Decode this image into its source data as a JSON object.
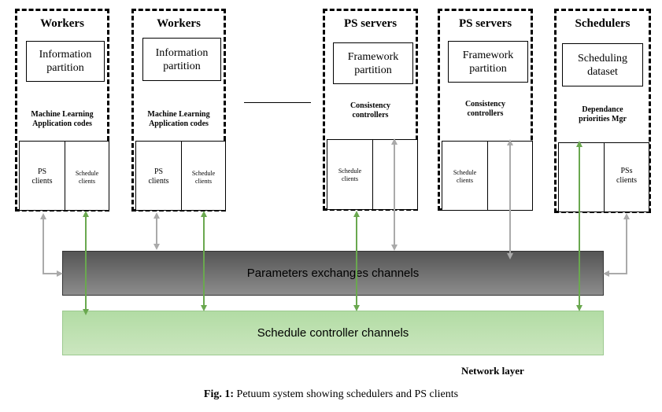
{
  "nodes": [
    {
      "title": "Workers",
      "inner": "Information\npartition",
      "desc": "Machine Learning\nApplication codes",
      "cell_left": "PS\nclients",
      "cell_right": "Schedule\nclients"
    },
    {
      "title": "Workers",
      "inner": "Information\npartition",
      "desc": "Machine Learning\nApplication codes",
      "cell_left": "PS\nclients",
      "cell_right": "Schedule\nclients"
    },
    {
      "title": "PS servers",
      "inner": "Framework\npartition",
      "desc": "Consistency\ncontrollers",
      "cell_left": "Schedule\nclients",
      "cell_right": ""
    },
    {
      "title": "PS servers",
      "inner": "Framework\npartition",
      "desc": "Consistency\ncontrollers",
      "cell_left": "Schedule\nclients",
      "cell_right": ""
    },
    {
      "title": "Schedulers",
      "inner": "Scheduling\ndataset",
      "desc": "Dependance\npriorities Mgr",
      "cell_left": "",
      "cell_right": "PSs\nclients"
    }
  ],
  "channels": {
    "parameters": "Parameters exchanges channels",
    "schedule": "Schedule controller channels"
  },
  "network_layer": "Network layer",
  "caption": {
    "label": "Fig. 1:",
    "text": " Petuum system showing schedulers and PS clients"
  },
  "colors": {
    "gray_arrow": "#aaaaaa",
    "green_arrow": "#6aa84f"
  }
}
